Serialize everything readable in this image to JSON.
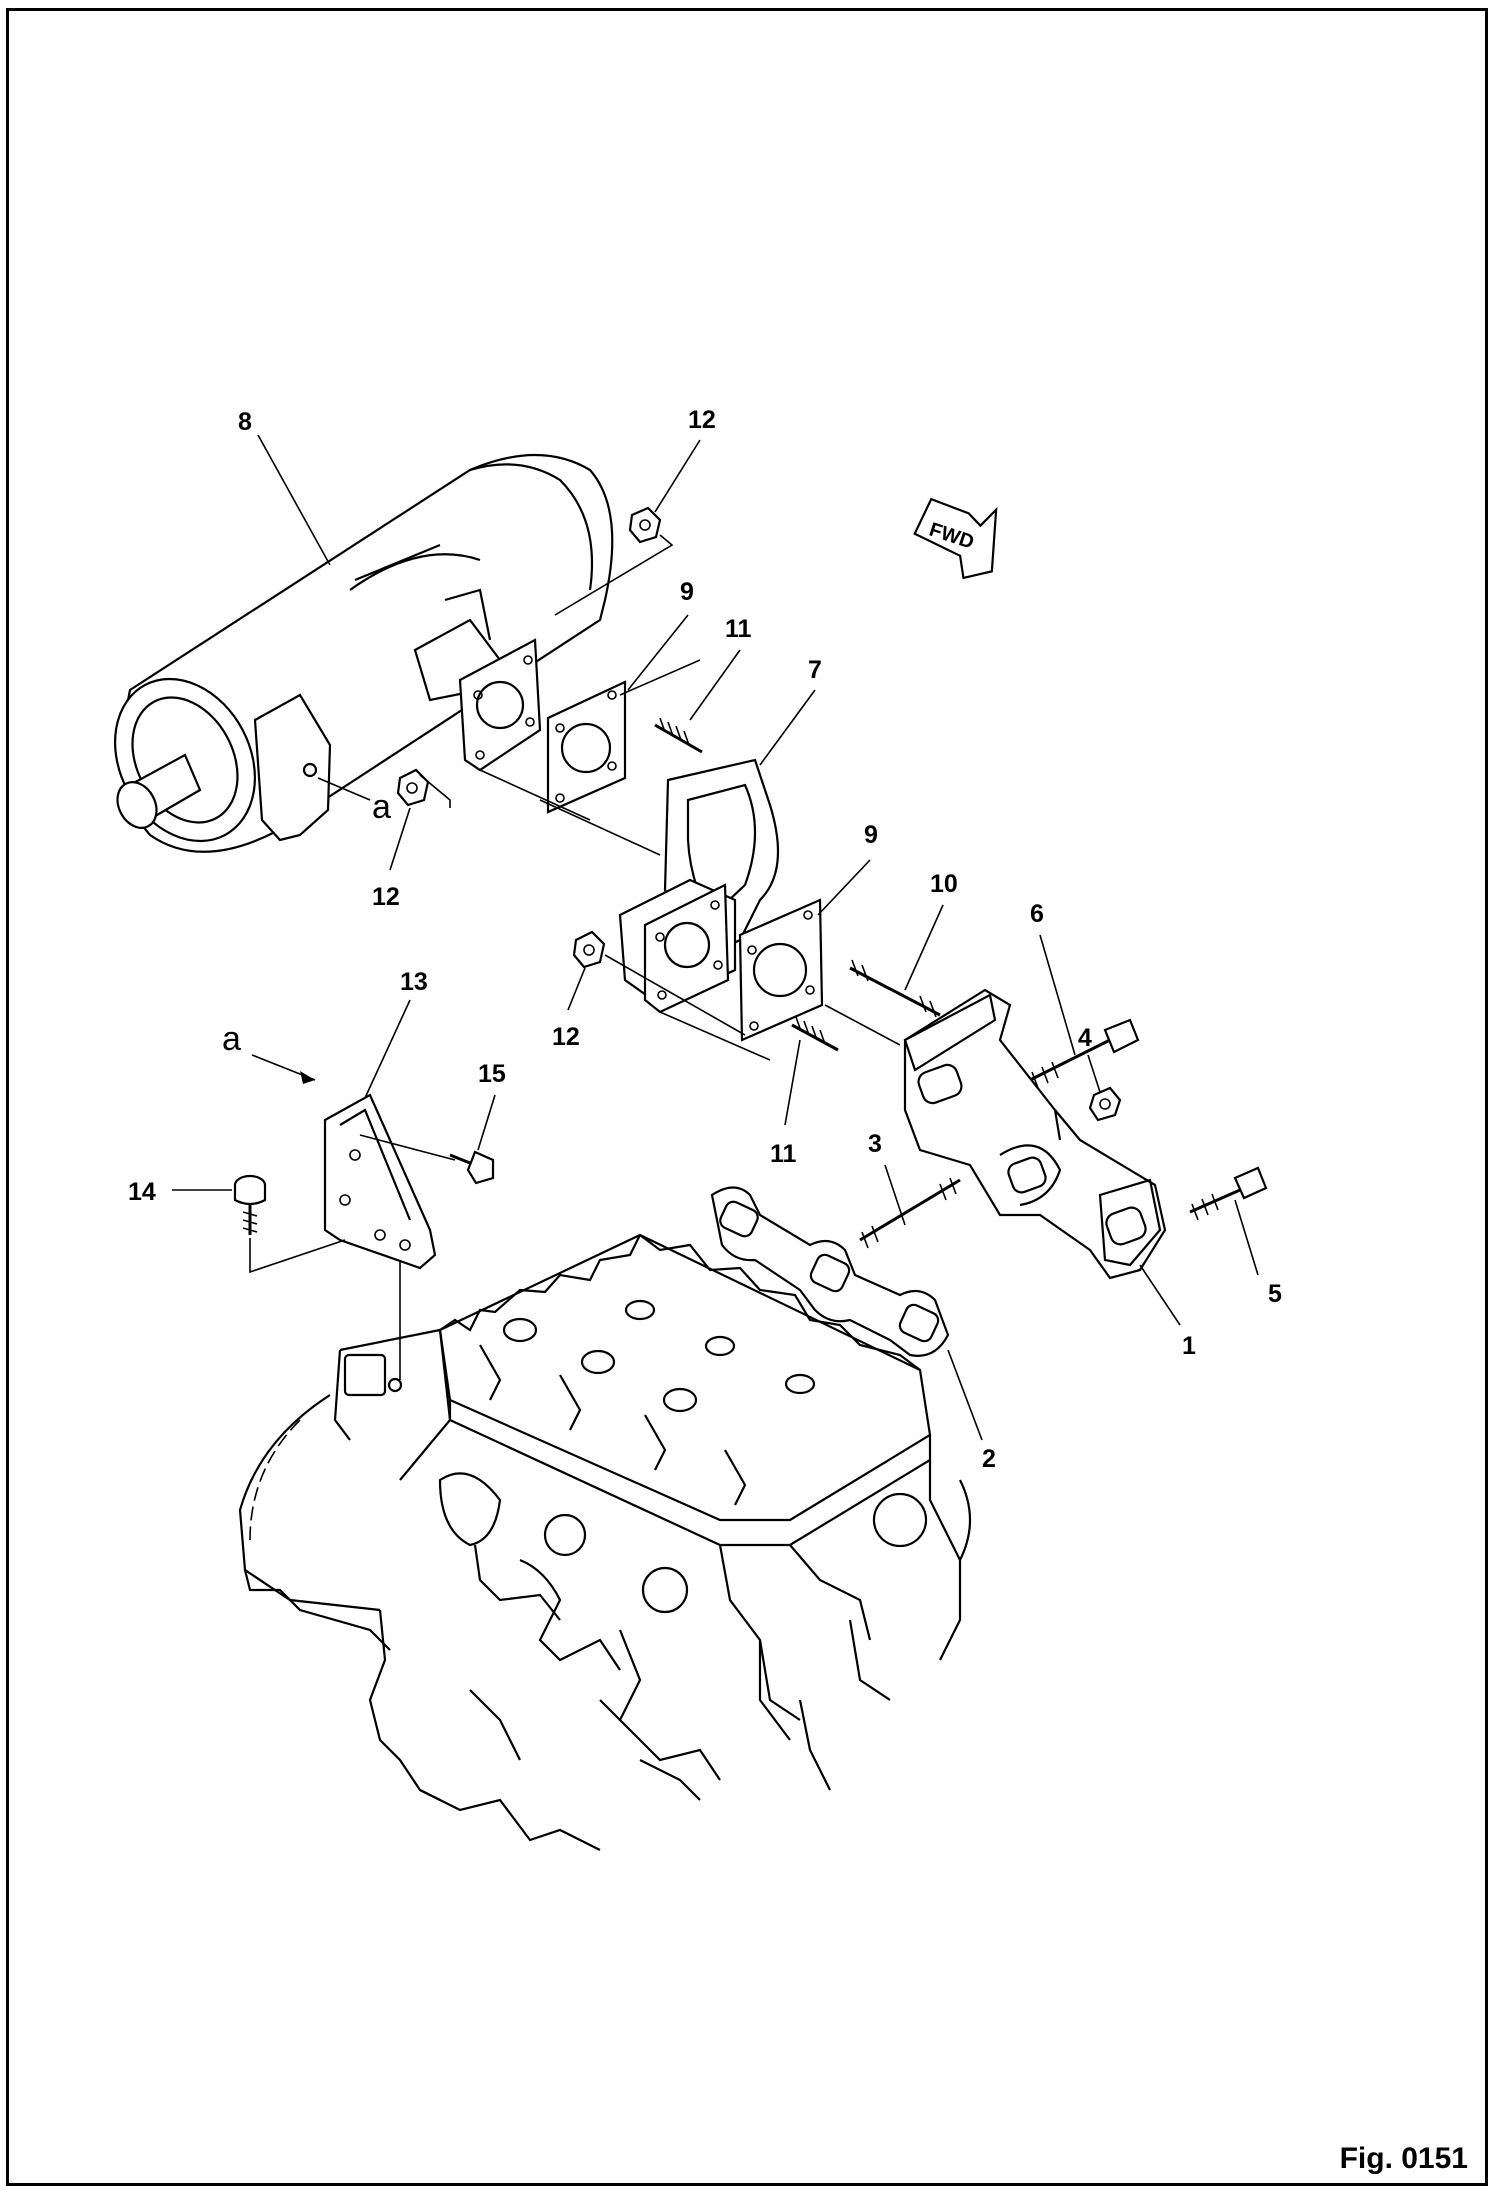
{
  "figure": {
    "caption": "Fig. 0151"
  },
  "direction_marker": {
    "text": "FWD"
  },
  "detail_refs": {
    "a_muffler": "a",
    "a_bracket": "a"
  },
  "callouts": {
    "c1": "1",
    "c2": "2",
    "c3": "3",
    "c4": "4",
    "c5": "5",
    "c6": "6",
    "c7": "7",
    "c8": "8",
    "c9_upper": "9",
    "c9_lower": "9",
    "c10": "10",
    "c11_upper": "11",
    "c11_lower": "11",
    "c12_top": "12",
    "c12_left": "12",
    "c12_mid": "12",
    "c13": "13",
    "c14": "14",
    "c15": "15"
  }
}
